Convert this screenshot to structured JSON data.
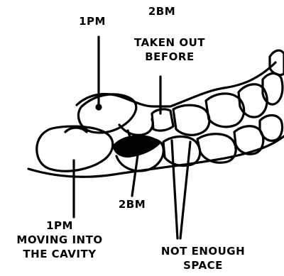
{
  "diagram": {
    "labels": {
      "first_premolar_top": "1PM",
      "second_premolar_top": "2BM",
      "taken_out_line1": "TAKEN OUT",
      "taken_out_line2": "BEFORE",
      "second_premolar_bottom": "2BM",
      "first_premolar_bottom_line1": "1PM",
      "first_premolar_bottom_line2": "MOVING INTO",
      "first_premolar_bottom_line3": "THE CAVITY",
      "not_enough_line1": "NOT ENOUGH",
      "not_enough_line2": "SPACE"
    },
    "colors": {
      "ink": "#000000",
      "paper": "#ffffff"
    }
  }
}
